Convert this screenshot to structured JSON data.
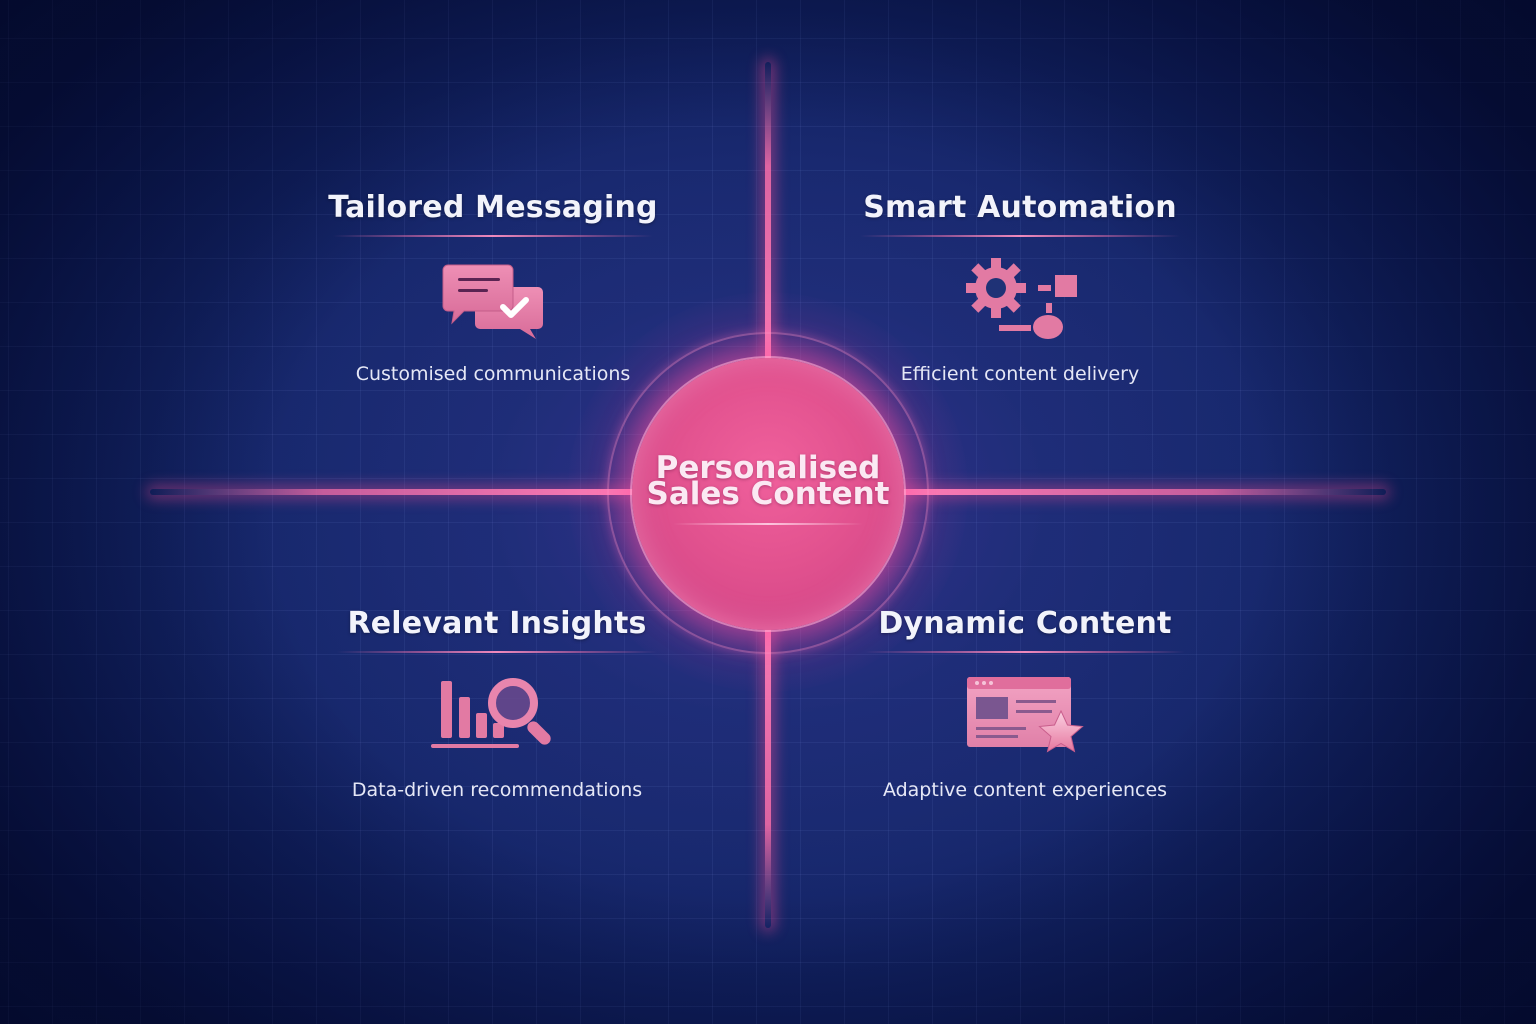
{
  "diagram": {
    "center": {
      "title_line1": "Personalised",
      "title_line2": "Sales Content"
    },
    "quadrants": [
      {
        "position": "top-left",
        "title": "Tailored Messaging",
        "icon": "chat-bubbles-check-icon",
        "description": "Customised communications"
      },
      {
        "position": "top-right",
        "title": "Smart Automation",
        "icon": "gear-workflow-icon",
        "description": "Efficient content delivery"
      },
      {
        "position": "bottom-left",
        "title": "Relevant Insights",
        "icon": "bar-chart-magnifier-icon",
        "description": "Data-driven recommendations"
      },
      {
        "position": "bottom-right",
        "title": "Dynamic Content",
        "icon": "browser-window-star-icon",
        "description": "Adaptive content experiences"
      }
    ]
  },
  "colors": {
    "background": "#15276a",
    "background_dark": "#060e3c",
    "accent_pink": "#ff7db6",
    "hub_pink": "#e2528f",
    "icon_pink": "#e27aa3",
    "text": "#f2f3fb"
  }
}
